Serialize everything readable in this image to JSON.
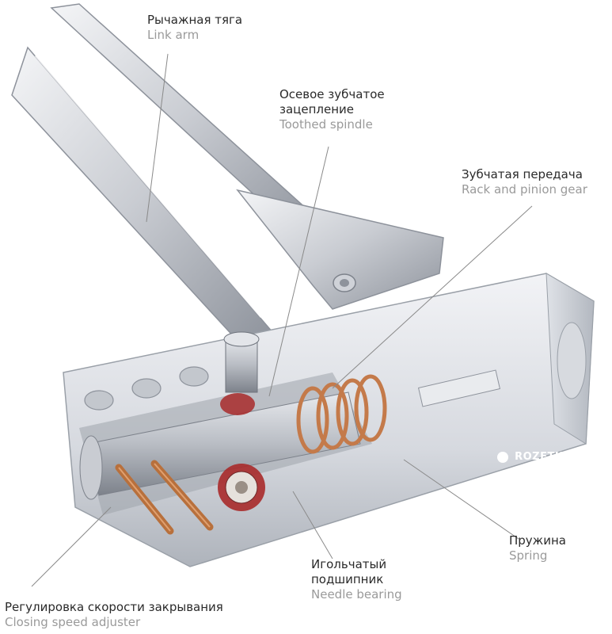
{
  "labels": {
    "link_arm": {
      "ru": "Рычажная тяга",
      "en": "Link arm"
    },
    "toothed_spindle": {
      "ru_line1": "Осевое зубчатое",
      "ru_line2": "зацепление",
      "en": "Toothed spindle"
    },
    "rack_pinion": {
      "ru": "Зубчатая передача",
      "en": "Rack and pinion gear"
    },
    "spring": {
      "ru": "Пружина",
      "en": "Spring"
    },
    "needle_bearing": {
      "ru_line1": "Игольчатый",
      "ru_line2": "подшипник",
      "en": "Needle bearing"
    },
    "speed_adjuster": {
      "ru": "Регулировка скорости закрывания",
      "en": "Closing speed adjuster"
    }
  },
  "watermark": {
    "text": "ROZETKA"
  },
  "colors": {
    "label_ru": "#2a2a2a",
    "label_en": "#9a9a9a",
    "body_silver": "#d9dde3",
    "spring_copper": "#c47a4a",
    "adjuster_bronze": "#b8703c",
    "bearing_red": "#a82a2a"
  }
}
